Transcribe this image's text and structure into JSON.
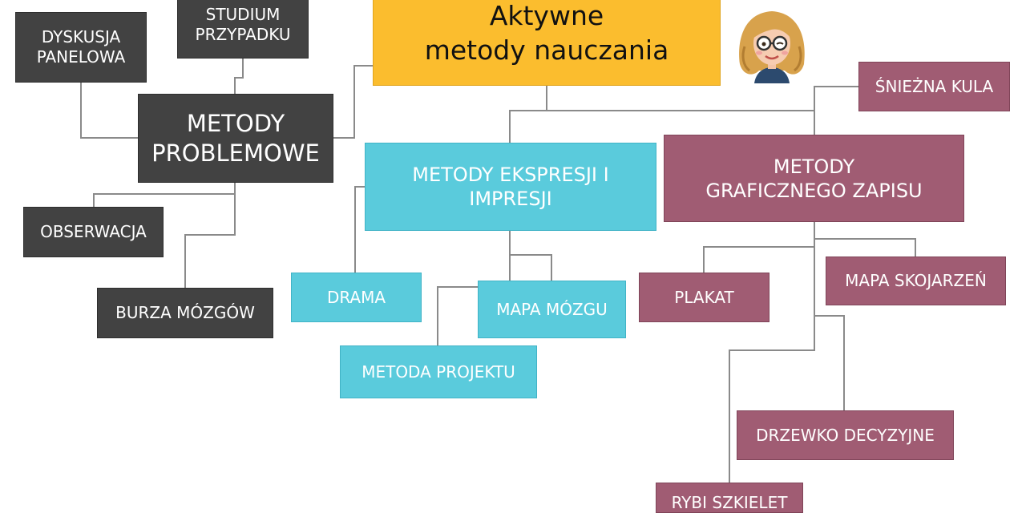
{
  "root": {
    "label": "Aktywne\nmetody nauczania"
  },
  "branches": {
    "problemowe": {
      "label": "METODY\nPROBLEMOWE",
      "children": {
        "dyskusja": "DYSKUSJA\nPANELOWA",
        "studium": "STUDIUM\nPRZYPADKU",
        "obserwacja": "OBSERWACJA",
        "burza": "BURZA MÓZGÓW"
      }
    },
    "ekspresji": {
      "label": "METODY EKSPRESJI I\nIMPRESJI",
      "children": {
        "drama": "DRAMA",
        "mapa_mozgu": "MAPA MÓZGU",
        "projekt": "METODA PROJEKTU"
      }
    },
    "graficzne": {
      "label": "METODY\nGRAFICZNEGO ZAPISU",
      "children": {
        "sniezna": "ŚNIEŻNA KULA",
        "plakat": "PLAKAT",
        "skojarzen": "MAPA SKOJARZEŃ",
        "drzewko": "DRZEWKO DECYZYJNE",
        "rybi": "RYBI SZKIELET"
      }
    }
  },
  "colors": {
    "root": "#fbbd2e",
    "problemowe": "#424242",
    "ekspresji": "#5acbdc",
    "graficzne": "#a05c73",
    "connector": "#8a8a8a"
  },
  "icons": {
    "avatar": "woman-with-glasses-avatar-icon"
  }
}
